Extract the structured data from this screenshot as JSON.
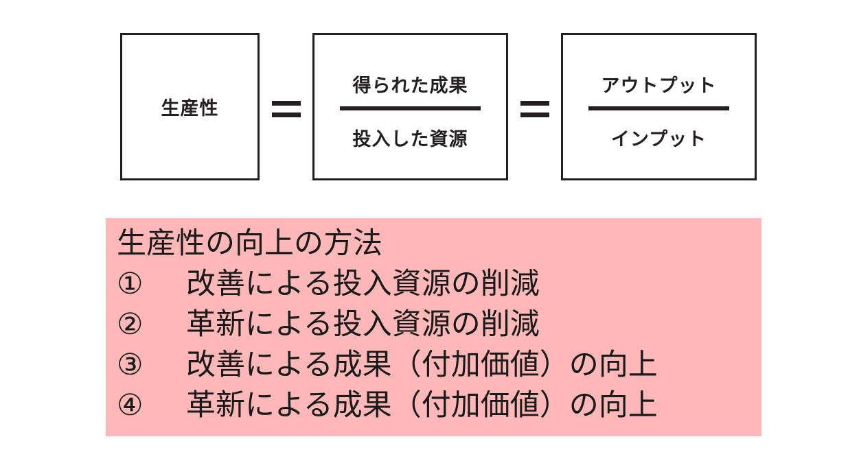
{
  "formula": {
    "productivity": "生産性",
    "fraction_1": {
      "numerator": "得られた成果",
      "denominator": "投入した資源"
    },
    "fraction_2": {
      "numerator": "アウトプット",
      "denominator": "インプット"
    }
  },
  "methods": {
    "title": "生産性の向上の方法",
    "items": [
      {
        "number": "①",
        "text": "改善による投入資源の削減"
      },
      {
        "number": "②",
        "text": "革新による投入資源の削減"
      },
      {
        "number": "③",
        "text": "改善による成果（付加価値）の向上"
      },
      {
        "number": "④",
        "text": "革新による成果（付加価値）の向上"
      }
    ]
  },
  "colors": {
    "panel_background": "#ffb8b8",
    "line": "#231f20"
  }
}
